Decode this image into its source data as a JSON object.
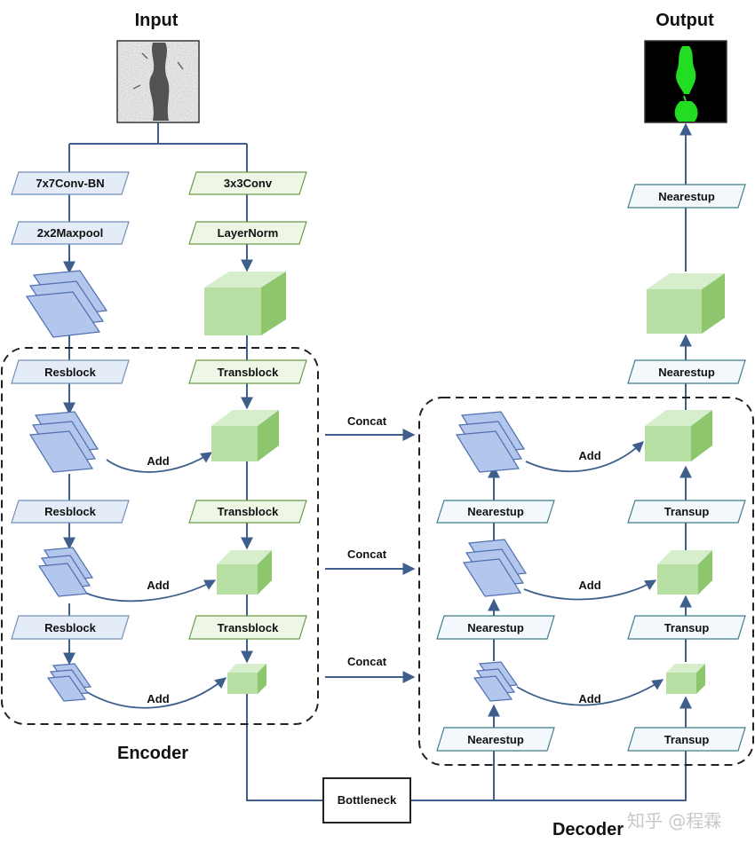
{
  "titles": {
    "input": "Input",
    "output": "Output",
    "encoder": "Encoder",
    "decoder": "Decoder"
  },
  "encoder_left": {
    "conv": "7x7Conv-BN",
    "maxpool": "2x2Maxpool",
    "resblock1": "Resblock",
    "resblock2": "Resblock",
    "resblock3": "Resblock"
  },
  "encoder_right": {
    "conv": "3x3Conv",
    "norm": "LayerNorm",
    "transblock1": "Transblock",
    "transblock2": "Transblock",
    "transblock3": "Transblock"
  },
  "adds": {
    "enc1": "Add",
    "enc2": "Add",
    "enc3": "Add",
    "dec1": "Add",
    "dec2": "Add",
    "dec3": "Add"
  },
  "concats": {
    "c1": "Concat",
    "c2": "Concat",
    "c3": "Concat"
  },
  "decoder_left": {
    "up1": "Nearestup",
    "up2": "Nearestup",
    "up3": "Nearestup"
  },
  "decoder_right": {
    "transup1": "Transup",
    "transup2": "Transup",
    "transup3": "Transup",
    "nearestup_mid": "Nearestup",
    "nearestup_top": "Nearestup"
  },
  "bottleneck": "Bottleneck",
  "watermark": "知乎 @程霖",
  "colors": {
    "edge": "#3e5f8c",
    "sheet_fill": "#b3c6eb",
    "cube_fill": "#b7dfa3",
    "mask_green": "#22dd22"
  }
}
